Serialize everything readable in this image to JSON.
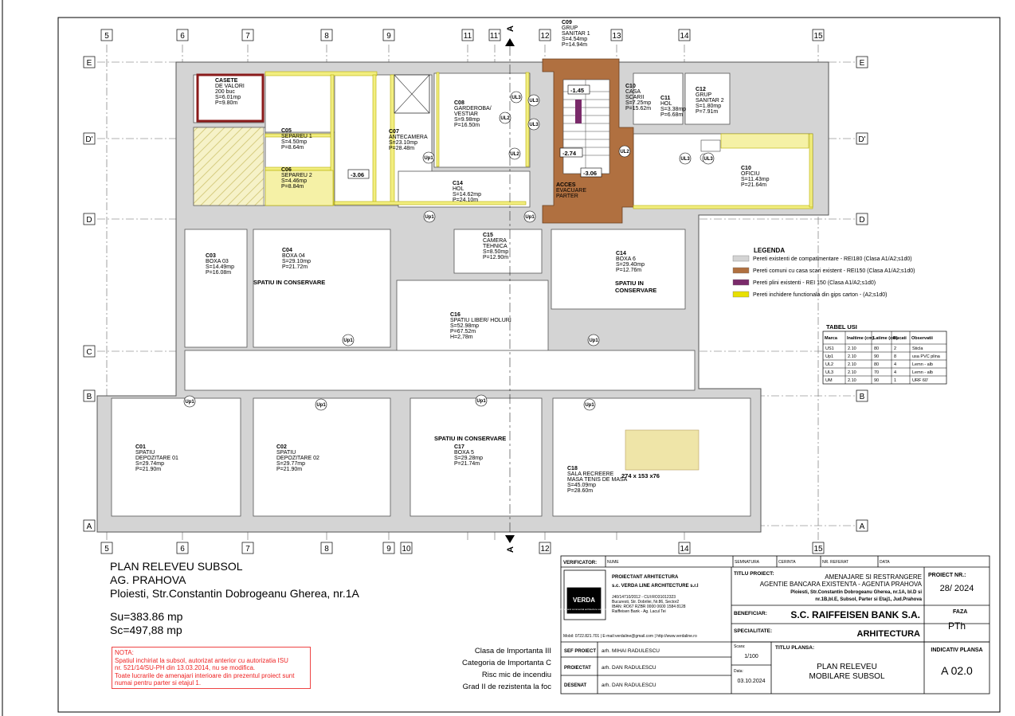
{
  "grid": {
    "columns": [
      "5",
      "6",
      "7",
      "8",
      "9",
      "11",
      "11'",
      "12",
      "13",
      "14",
      "15"
    ],
    "columns_bottom": [
      "5",
      "6",
      "7",
      "8",
      "9",
      "10",
      "12",
      "14",
      "15"
    ],
    "rows": [
      "E",
      "D'",
      "D",
      "C",
      "B",
      "A"
    ],
    "section_mark": "A"
  },
  "rooms": {
    "c09": [
      "C09",
      "GRUP",
      "SANITAR 1",
      "S=4.54mp",
      "P=14.94m"
    ],
    "c10a": [
      "C10",
      "CASA",
      "SCARII",
      "S=7.25mp",
      "P=15.62m"
    ],
    "c11": [
      "C11",
      "HOL",
      "S=3.38mp",
      "P=6.68m"
    ],
    "c12": [
      "C12",
      "GRUP",
      "SANITAR 2",
      "S=1.80mp",
      "P=7.91m"
    ],
    "c10b": [
      "C10",
      "OFICIU",
      "S=11.43mp",
      "P=21.64m"
    ],
    "casete": [
      "CASETE",
      "DE VALORI",
      "200 buc",
      "S=6.01mp",
      "P=9.80m"
    ],
    "c05": [
      "C05",
      "SEPAREU 1",
      "S=4.50mp",
      "P=8.64m"
    ],
    "c06": [
      "C06",
      "SEPAREU 2",
      "S=4.46mp",
      "P=8.84m"
    ],
    "c07": [
      "C07",
      "ANTECAMERA",
      "S=23.10mp",
      "P=28.48m"
    ],
    "c08": [
      "C08",
      "GARDEROBA/",
      "VESTIAR",
      "S=9.98mp",
      "P=16.50m"
    ],
    "c14hol": [
      "C14",
      "HOL",
      "S=14.62mp",
      "P=24.10m"
    ],
    "acces": [
      "ACCES",
      "EVACUARE",
      "PARTER"
    ],
    "c15": [
      "C15",
      "CAMERA",
      "TEHNICA",
      "S=8.50mp",
      "P=12.90m"
    ],
    "c03": [
      "C03",
      "BOXA 03",
      "S=14.49mp",
      "P=16.08m"
    ],
    "c04": [
      "C04",
      "BOXA 04",
      "S=29.10mp",
      "P=21.72m"
    ],
    "c14b": [
      "C14",
      "BOXA 6",
      "S=29.40mp",
      "P=12.76m"
    ],
    "c16": [
      "C16",
      "SPATIU LIBER/ HOLURI",
      "S=52.98mp",
      "P=67.52m",
      "H=2,78m"
    ],
    "c01": [
      "C01",
      "SPATIU",
      "DEPOZITARE 01",
      "S=29.74mp",
      "P=21.90m"
    ],
    "c02": [
      "C02",
      "SPATIU",
      "DEPOZITARE 02",
      "S=29.77mp",
      "P=21.90m"
    ],
    "c17": [
      "C17",
      "BOXA 5",
      "S=29.28mp",
      "P=21.74m"
    ],
    "c18": [
      "C18",
      "SALA RECREERE",
      "MASA TENIS DE MASA",
      "S=45.09mp",
      "P=28.60m"
    ]
  },
  "labels": {
    "spatiu_conservare": "SPATIU IN CONSERVARE",
    "spatiu_in": "SPATIU IN",
    "conservare": "CONSERVARE",
    "table_size": "274 x 153 x76",
    "levels": [
      "-1.45",
      "-2.74",
      "-3.06",
      "-3.06",
      "-3.06"
    ],
    "doors": [
      "Up1",
      "UL2",
      "UL3",
      "UM"
    ]
  },
  "legend": {
    "title": "LEGENDA",
    "items": [
      {
        "color": "#d4d4d4",
        "text": "Pereti existenti de compatimentare - REI180 (Clasa A1/A2;s1d0)"
      },
      {
        "color": "#b07040",
        "text": "Pereti comuni cu casa scari existent - REI150 (Clasa A1/A2;s1d0)"
      },
      {
        "color": "#7a2a6a",
        "text": "Pereti plini existenti - REI 150 (Clasa A1/A2;s1d0)"
      },
      {
        "color": "#e8e000",
        "text": "Pereti inchidere functionala din gips carton - (A2;s1d0)"
      }
    ]
  },
  "tabel_usi": {
    "title": "TABEL USI",
    "headers": [
      "Marca",
      "Inaltime (cm)",
      "Latime (cm)",
      "Bucati",
      "Observatii"
    ],
    "rows": [
      [
        "US1",
        "2.10",
        "80",
        "2",
        "Sticla"
      ],
      [
        "Up1",
        "2.10",
        "90",
        "8",
        "usa PVC plina"
      ],
      [
        "UL2",
        "2.10",
        "80",
        "4",
        "Lemn - alb"
      ],
      [
        "UL3",
        "2.10",
        "70",
        "4",
        "Lemn - alb"
      ],
      [
        "UM",
        "2.10",
        "90",
        "1",
        "URF 60'"
      ]
    ]
  },
  "plan": {
    "title": "PLAN RELEVEU SUBSOL",
    "subtitle": "AG. PRAHOVA",
    "address": "Ploiesti, Str.Constantin Dobrogeanu Gherea, nr.1A",
    "su": "Su=383.86 mp",
    "sc": "Sc=497,88 mp"
  },
  "note": {
    "title": "NOTA:",
    "lines": [
      "Spatiul inchiriat la subsol, autorizat anterior cu autorizatia ISU",
      "nr. 521/14/SU-PH din 13.03.2014, nu se modifica.",
      "Toate lucrarile de amenajari interioare din prezentul proiect sunt",
      "numai pentru parter si etajul 1."
    ]
  },
  "classes": [
    "Clasa de Importanta III",
    "Categoria de Importanta C",
    "Risc mic de incendiu",
    "Grad II de rezistenta la foc"
  ],
  "titleblock": {
    "verificator": "VERIFICATOR:",
    "nume": "NUME",
    "semnatura": "SEMNATURA",
    "cerinta": "CERINTA",
    "nr_referat": "NR. REFERAT",
    "data": "DATA",
    "logo": "VERDA",
    "logo_sub": "home and commercial architecture solutions",
    "firm_label": "PROIECTANT ARHITECTURA",
    "firm_name": "s.c. VERDA LINE ARCHITECTURE s.r.l",
    "firm_lines": [
      "J40/14710/2012 - CUI:RO31012323",
      "Bucuresti, Str. Dobrilei, Nr.86, Sector2",
      "IBAN: RO67 RZBR 0000 0600 1584 8128",
      "Raiffeisen Bank - Ag. Lacul Tei"
    ],
    "contact": "Mobil: 0722.821.701 | E-mail:verdaline@gmail.com | http://www.verdaline.ro",
    "titlu_proiect_label": "TITLU PROIECT:",
    "titlu_proiect": [
      "AMENAJARE SI RESTRANGERE",
      "AGENTIE BANCARA EXISTENTA - AGENTIA PRAHOVA",
      "Ploiesti, Str.Constantin Dobrogeanu Gherea, nr.1A, bl.D si",
      "nr.1B,bl.E, Subsol, Parter si Etaj1, Jud.Prahova"
    ],
    "proiect_nr_label": "PROIECT NR.:",
    "proiect_nr": "28/ 2024",
    "beneficiar_label": "BENEFICIAR:",
    "beneficiar": "S.C. RAIFFEISEN BANK S.A.",
    "faza_label": "FAZA",
    "faza": "PTh",
    "specialitate_label": "SPECIALITATE:",
    "specialitate": "ARHITECTURA",
    "sef_proiect_label": "SEF PROIECT",
    "sef_proiect": "arh. MIHAI RADULESCU",
    "proiectat_label": "PROIECTAT",
    "proiectat": "arh. DAN RADULESCU",
    "desenat_label": "DESENAT",
    "desenat": "arh. DAN RADULESCU",
    "scara_label": "Scara:",
    "scara": "1/100",
    "data_label": "Data:",
    "data_val": "03.10.2024",
    "titlu_plansa_label": "TITLU PLANSA:",
    "titlu_plansa": [
      "PLAN RELEVEU",
      "MOBILARE SUBSOL"
    ],
    "indicativ_label": "INDICATIV PLANSA",
    "indicativ": "A 02.0"
  }
}
